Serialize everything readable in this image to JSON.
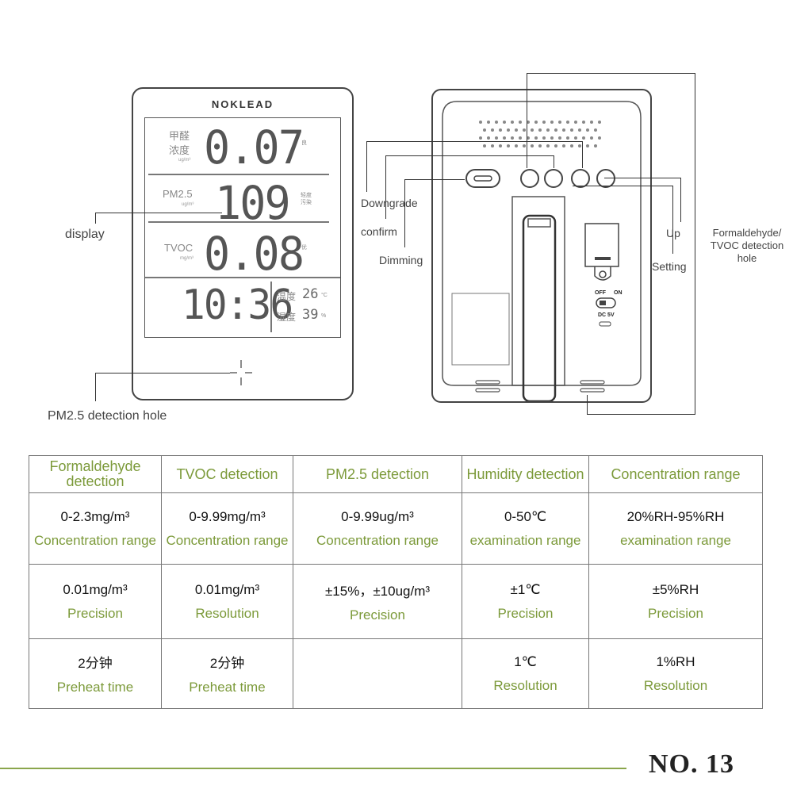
{
  "front": {
    "brand": "NOKLEAD",
    "row1": {
      "label_line1": "甲醛",
      "label_line2": "浓度",
      "unit": "ug/m³",
      "value": "0.07",
      "tag": "良"
    },
    "row2": {
      "label": "PM2.5",
      "unit": "ug/m³",
      "value": "109",
      "tag_line1": "轻度",
      "tag_line2": "污染"
    },
    "row3": {
      "label": "TVOC",
      "unit": "mg/m³",
      "value": "0.08",
      "tag": "优"
    },
    "row4": {
      "time": "10:36",
      "temp_label": "温度",
      "temp_value": "26",
      "temp_unit": "°C",
      "hum_label": "湿度",
      "hum_value": "39",
      "hum_unit": "%"
    }
  },
  "callouts": {
    "display": "display",
    "pm25_hole": "PM2.5 detection hole",
    "downgrade": "Downgrade",
    "confirm": "confirm",
    "dimming": "Dimming",
    "up": "Up",
    "setting": "Setting",
    "detection_hole_line1": "Formaldehyde/",
    "detection_hole_line2": "TVOC detection",
    "detection_hole_line3": "hole"
  },
  "back": {
    "switch_off": "OFF",
    "switch_on": "ON",
    "dc_label": "DC 5V"
  },
  "table": {
    "headers": [
      "Formaldehyde detection",
      "TVOC detection",
      "PM2.5 detection",
      "Humidity detection",
      "Concentration range"
    ],
    "rows": [
      [
        {
          "value": "0-2.3mg/m³",
          "label": "Concentration range"
        },
        {
          "value": "0-9.99mg/m³",
          "label": "Concentration range"
        },
        {
          "value": "0-9.99ug/m³",
          "label": "Concentration range"
        },
        {
          "value": "0-50℃",
          "label": "examination range"
        },
        {
          "value": "20%RH-95%RH",
          "label": "examination range"
        }
      ],
      [
        {
          "value": "0.01mg/m³",
          "label": "Precision"
        },
        {
          "value": "0.01mg/m³",
          "label": "Resolution"
        },
        {
          "value": "±15%，±10ug/m³",
          "label": "Precision"
        },
        {
          "value": "±1℃",
          "label": "Precision"
        },
        {
          "value": "±5%RH",
          "label": "Precision"
        }
      ],
      [
        {
          "value": "2分钟",
          "label": "Preheat time"
        },
        {
          "value": "2分钟",
          "label": "Preheat time"
        },
        {
          "value": "",
          "label": ""
        },
        {
          "value": "1℃",
          "label": "Resolution"
        },
        {
          "value": "1%RH",
          "label": "Resolution"
        }
      ]
    ]
  },
  "footer": {
    "label": "NO. 13"
  },
  "colors": {
    "accent_green": "#7c9a3a",
    "line_green": "#8aa64c",
    "outline": "#444444"
  }
}
